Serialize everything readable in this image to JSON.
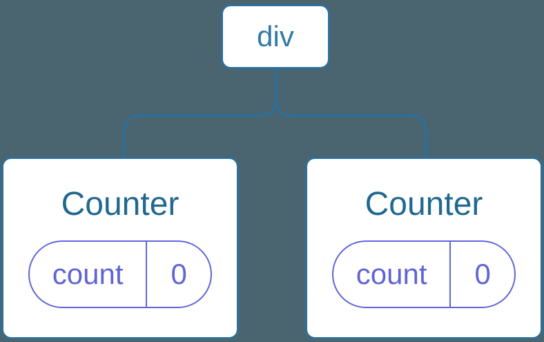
{
  "colors": {
    "background": "#4a656f",
    "line_blue": "#2d6f9b",
    "node_label_blue": "#3179a7",
    "title_blue": "#20698e",
    "state_purple": "#5f65d5",
    "node_background": "#ffffff"
  },
  "tree": {
    "root": {
      "label": "div"
    },
    "children": [
      {
        "title": "Counter",
        "state": {
          "name": "count",
          "value": "0"
        }
      },
      {
        "title": "Counter",
        "state": {
          "name": "count",
          "value": "0"
        }
      }
    ]
  }
}
